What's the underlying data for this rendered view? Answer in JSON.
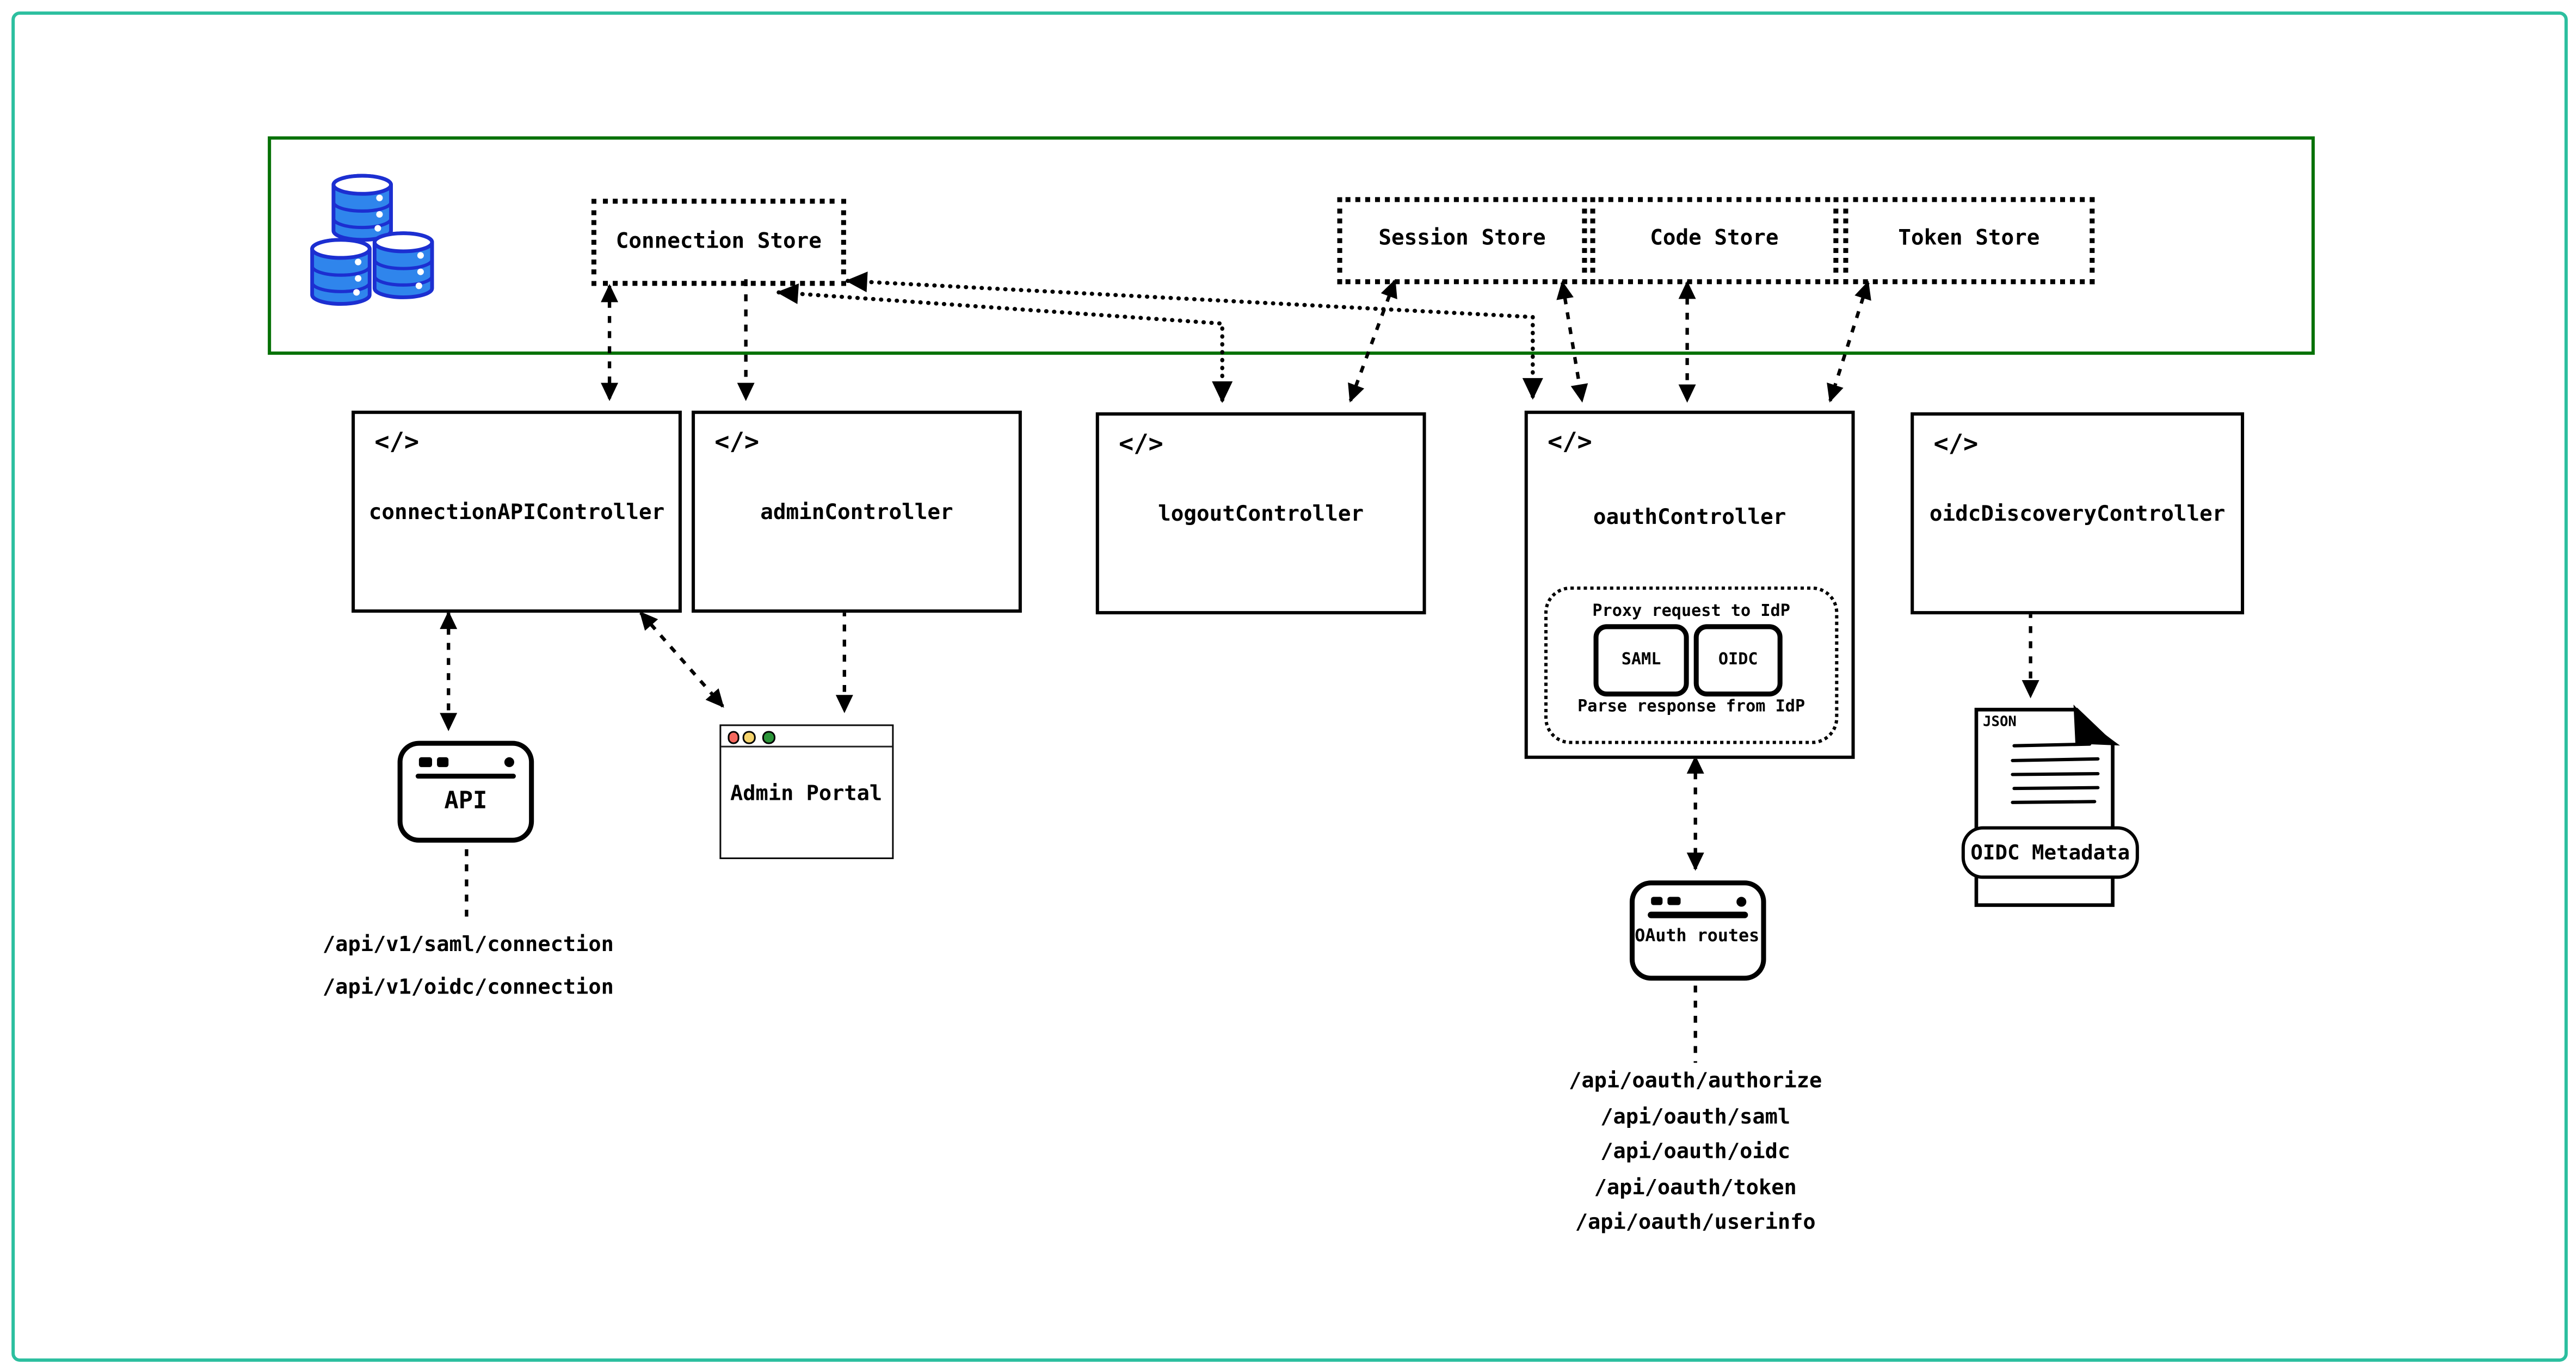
{
  "colors": {
    "outer_border": "#2cbf9f",
    "container_border": "#067106",
    "db_fill": "#2f85ec",
    "db_stroke": "#1c2fd1",
    "traffic_red": "#f4685e",
    "traffic_yellow": "#f5d36c",
    "traffic_green": "#2c9539"
  },
  "icons": {
    "code_glyph": "</>"
  },
  "storage": {
    "stores": [
      {
        "label": "Connection Store"
      },
      {
        "label": "Session Store"
      },
      {
        "label": "Code Store"
      },
      {
        "label": "Token Store"
      }
    ]
  },
  "controllers": [
    {
      "label": "connectionAPIController"
    },
    {
      "label": "adminController"
    },
    {
      "label": "logoutController"
    },
    {
      "label": "oauthController",
      "proxy_note_top": "Proxy request to IdP",
      "proxy_note_bottom": "Parse response from IdP",
      "protocols": [
        {
          "label": "SAML"
        },
        {
          "label": "OIDC"
        }
      ]
    },
    {
      "label": "oidcDiscoveryController"
    }
  ],
  "clients": {
    "api": {
      "label": "API",
      "endpoints": [
        "/api/v1/saml/connection",
        "/api/v1/oidc/connection"
      ]
    },
    "admin_portal": {
      "label": "Admin Portal"
    },
    "oauth_routes": {
      "label": "OAuth routes",
      "endpoints": [
        "/api/oauth/authorize",
        "/api/oauth/saml",
        "/api/oauth/oidc",
        "/api/oauth/token",
        "/api/oauth/userinfo"
      ]
    },
    "oidc_metadata": {
      "file_label": "JSON",
      "label": "OIDC Metadata"
    }
  }
}
